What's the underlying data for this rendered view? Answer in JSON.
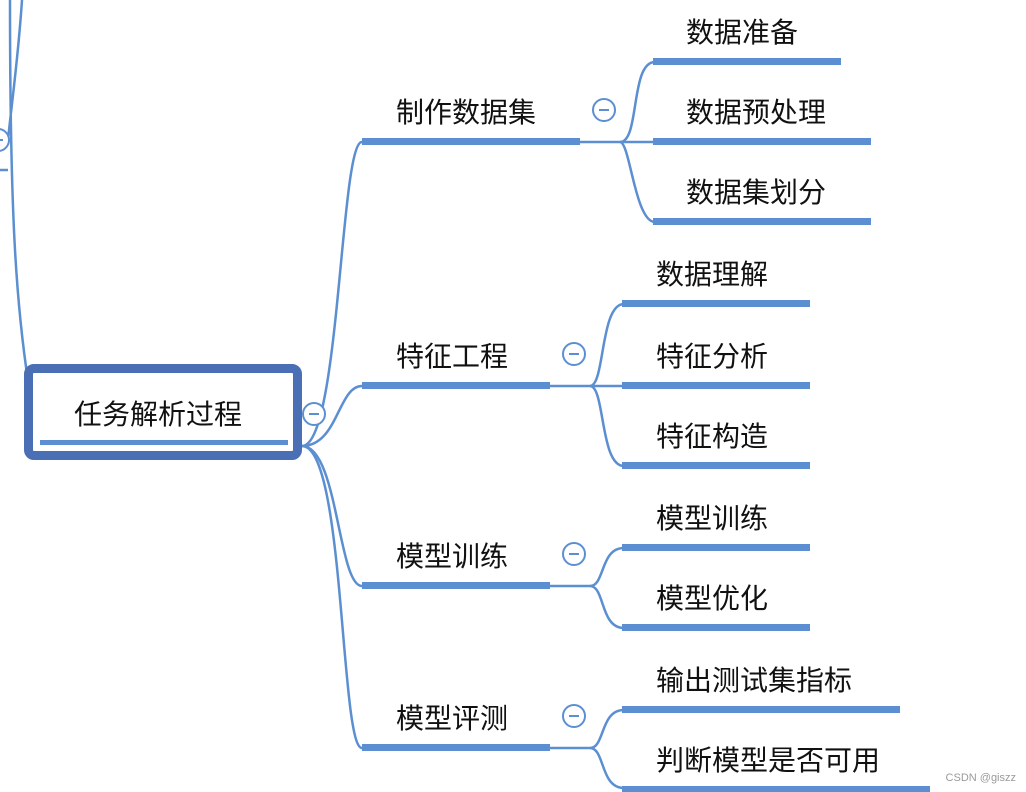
{
  "colors": {
    "link": "#5b8fd1",
    "root_border": "#4a6fb5",
    "text": "#111111"
  },
  "mindmap": {
    "root": {
      "label": "任务解析过程"
    },
    "branches": [
      {
        "label": "制作数据集",
        "children": [
          "数据准备",
          "数据预处理",
          "数据集划分"
        ]
      },
      {
        "label": "特征工程",
        "children": [
          "数据理解",
          "特征分析",
          "特征构造"
        ]
      },
      {
        "label": "模型训练",
        "children": [
          "模型训练",
          "模型优化"
        ]
      },
      {
        "label": "模型评测",
        "children": [
          "输出测试集指标",
          "判断模型是否可用"
        ]
      }
    ]
  },
  "watermark": "CSDN @giszz",
  "icons": {
    "collapse": "minus-circle-icon"
  }
}
